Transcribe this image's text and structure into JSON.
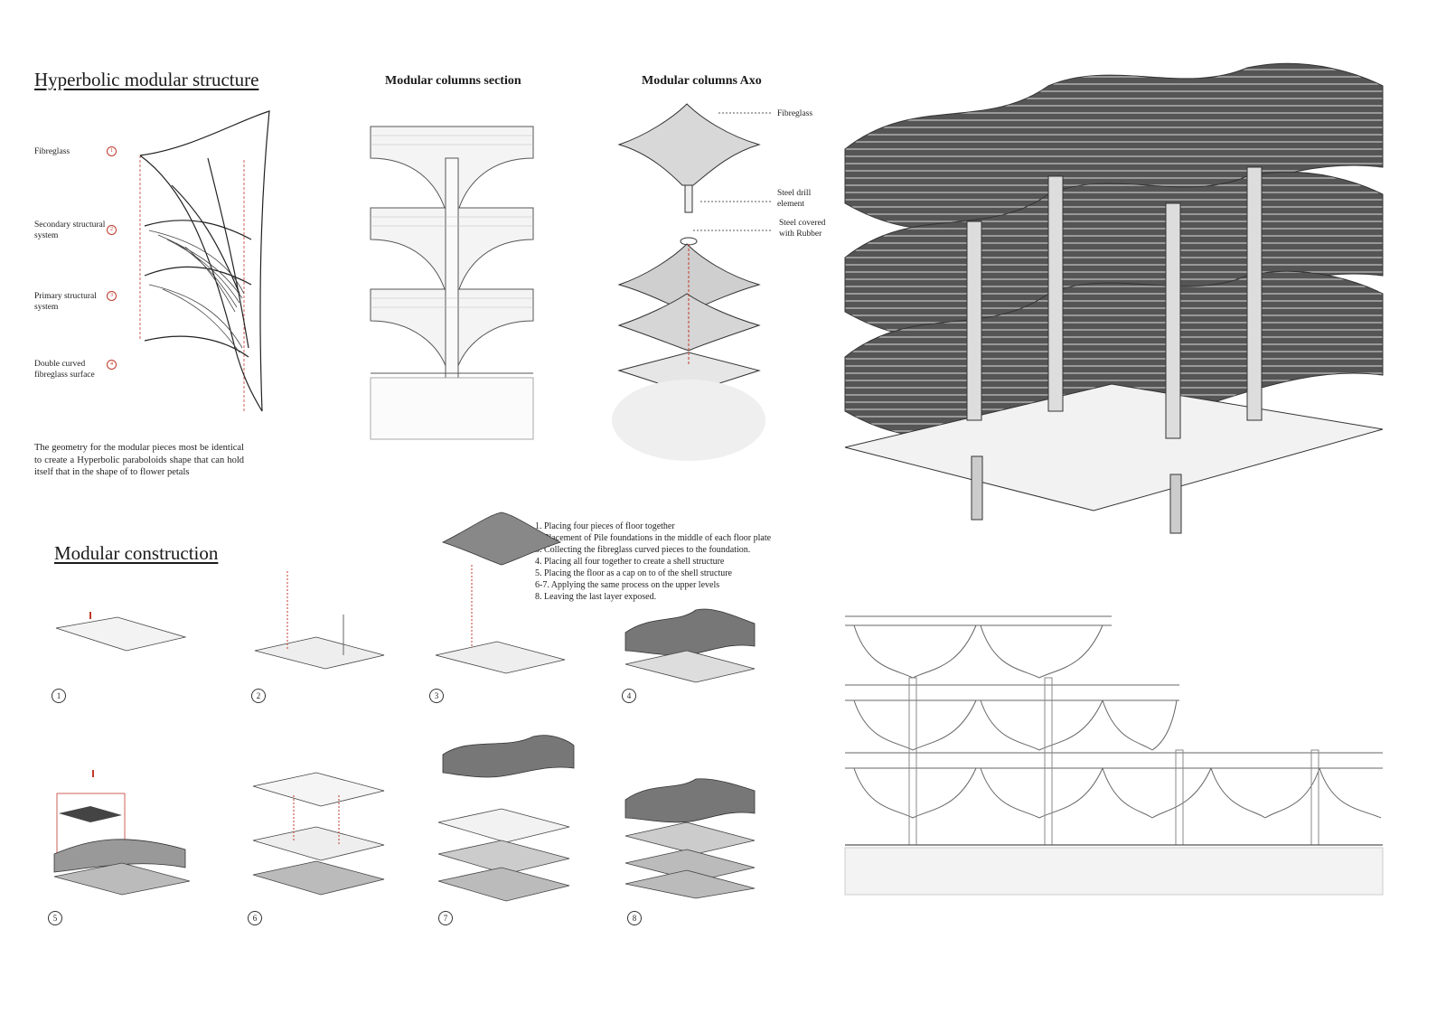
{
  "hyperbolic": {
    "title": "Hyperbolic modular structure",
    "layers": [
      {
        "label": "Fibreglass",
        "num": "1"
      },
      {
        "label": "Secondary structural system",
        "num": "2"
      },
      {
        "label": "Primary structural system",
        "num": "3"
      },
      {
        "label": "Double curved fibreglass surface",
        "num": "4"
      }
    ],
    "description": "The geometry for the modular pieces most be identical to create a Hyperbolic paraboloids shape that can hold itself that in the shape of to flower petals"
  },
  "section": {
    "title": "Modular columns section"
  },
  "axo": {
    "title": "Modular columns Axo",
    "callouts": [
      "Fibreglass",
      "Steel drill element",
      "Steel covered with Rubber"
    ]
  },
  "construction": {
    "title": "Modular construction",
    "steps": [
      "1. Placing four pieces of floor together",
      "2. Placement of Pile foundations in the middle of each floor plate",
      "3. Collecting the fibreglass curved pieces to the foundation.",
      "4. Placing all four together to create a shell structure",
      "5. Placing the floor as a cap on to of the shell structure",
      "6-7. Applying the same process on the upper levels",
      "8. Leaving the last layer exposed."
    ],
    "step_numbers": [
      "1",
      "2",
      "3",
      "4",
      "5",
      "6",
      "7",
      "8"
    ]
  },
  "colors": {
    "ink": "#222222",
    "accent_red": "#c0392b",
    "shell_dark": "#555555",
    "shell_light": "#e8e8e8"
  }
}
